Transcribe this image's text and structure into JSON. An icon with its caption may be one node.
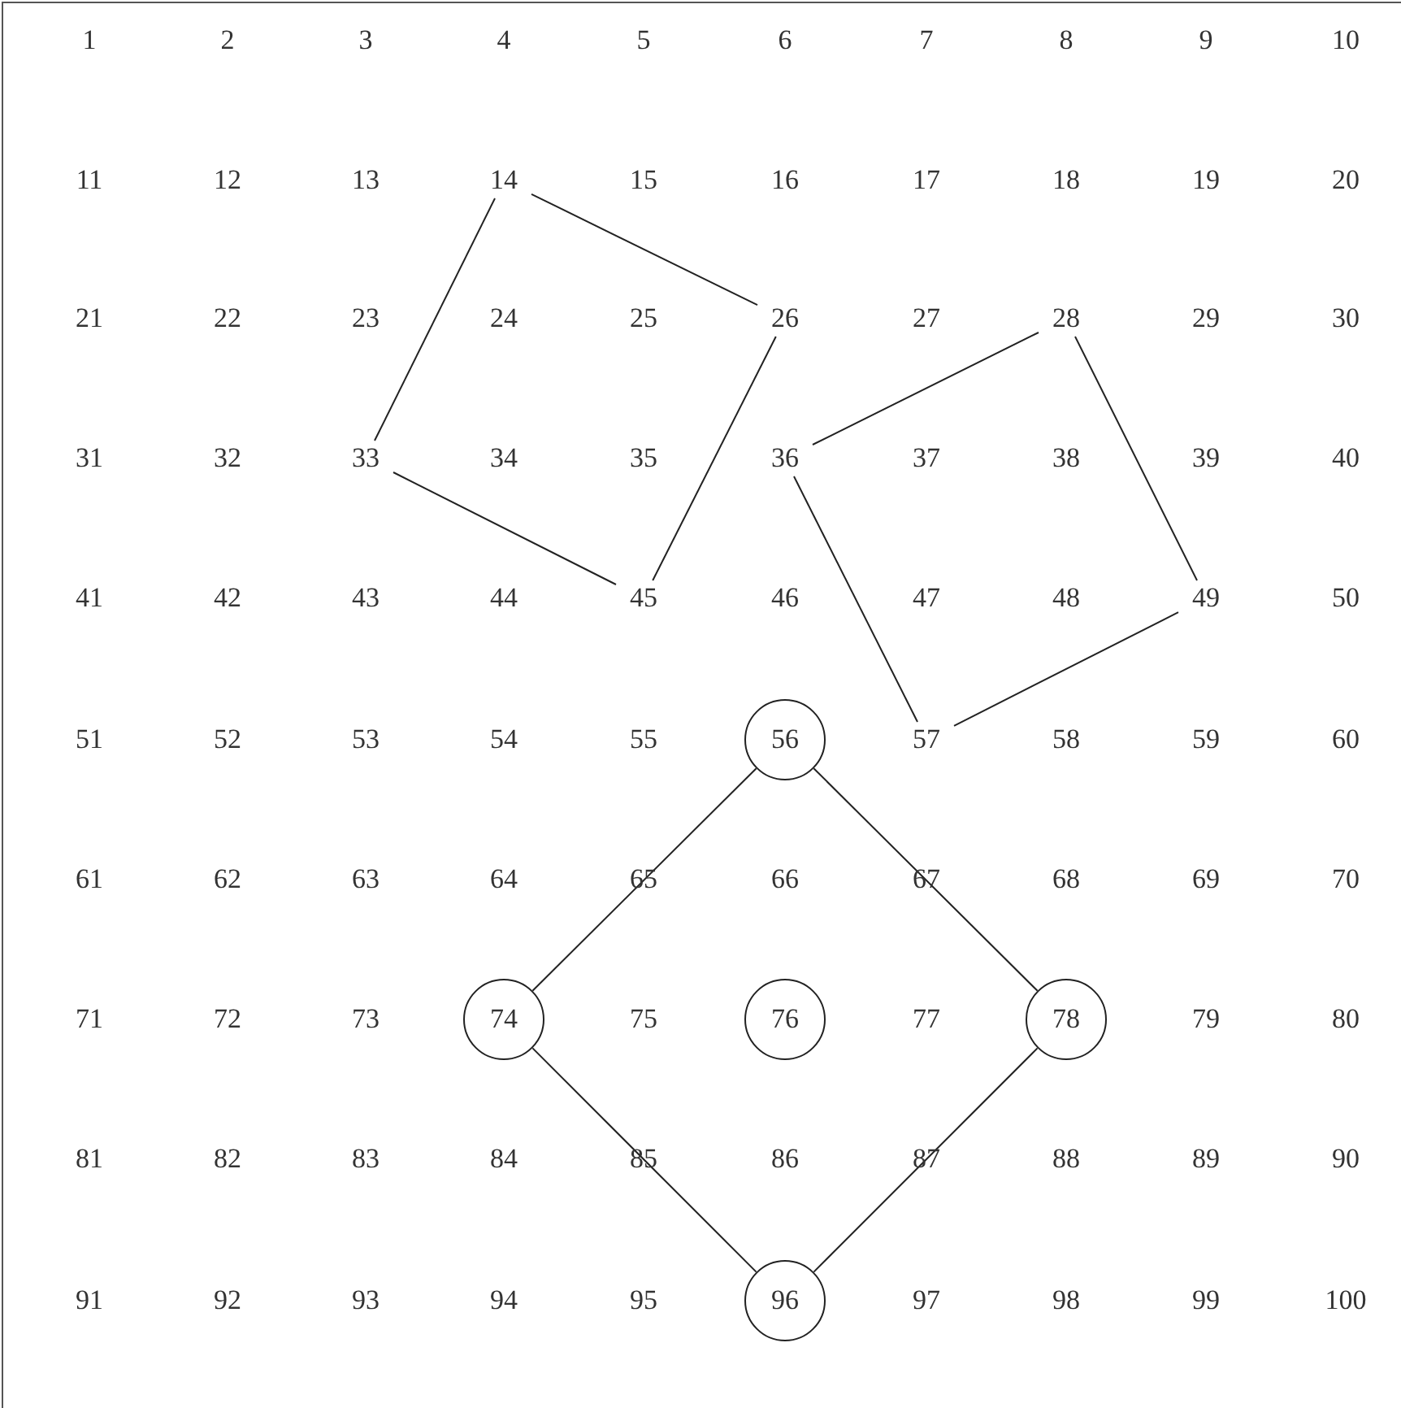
{
  "diagram": {
    "nodes": [
      {
        "text": [
          "1"
        ]
      },
      {
        "text": [
          "2"
        ]
      },
      {
        "text": [
          "3"
        ]
      },
      {
        "text": [
          "4"
        ]
      },
      {
        "text": [
          "5"
        ]
      },
      {
        "text": [
          "6"
        ]
      },
      {
        "text": [
          "7"
        ]
      },
      {
        "text": [
          "8"
        ]
      },
      {
        "text": [
          "9"
        ]
      },
      {
        "text": [
          "10"
        ]
      },
      {
        "text": [
          "11"
        ]
      },
      {
        "text": [
          "12"
        ]
      },
      {
        "text": [
          "13"
        ]
      },
      {
        "text": [
          "14"
        ]
      },
      {
        "text": [
          "15"
        ]
      },
      {
        "text": [
          "16"
        ]
      },
      {
        "text": [
          "17"
        ]
      },
      {
        "text": [
          "18"
        ]
      },
      {
        "text": [
          "19"
        ]
      },
      {
        "text": [
          "20"
        ]
      },
      {
        "text": [
          "21"
        ]
      },
      {
        "text": [
          "22"
        ]
      },
      {
        "text": [
          "23"
        ]
      },
      {
        "text": [
          "24"
        ]
      },
      {
        "text": [
          "25"
        ]
      },
      {
        "text": [
          "26"
        ]
      },
      {
        "text": [
          "27"
        ]
      },
      {
        "text": [
          "28"
        ]
      },
      {
        "text": [
          "29"
        ]
      },
      {
        "text": [
          "30"
        ]
      },
      {
        "text": [
          "31"
        ]
      },
      {
        "text": [
          "32"
        ]
      },
      {
        "text": [
          "33"
        ]
      },
      {
        "text": [
          "34"
        ]
      },
      {
        "text": [
          "35"
        ]
      },
      {
        "text": [
          "36"
        ]
      },
      {
        "text": [
          "37"
        ]
      },
      {
        "text": [
          "38"
        ]
      },
      {
        "text": [
          "39"
        ]
      },
      {
        "text": [
          "40"
        ]
      },
      {
        "text": [
          "41"
        ]
      },
      {
        "text": [
          "42"
        ]
      },
      {
        "text": [
          "43"
        ]
      },
      {
        "text": [
          "44"
        ]
      },
      {
        "text": [
          "45"
        ]
      },
      {
        "text": [
          "46"
        ]
      },
      {
        "text": [
          "47"
        ]
      },
      {
        "text": [
          "48"
        ]
      },
      {
        "text": [
          "49"
        ]
      },
      {
        "text": [
          "50"
        ]
      },
      {
        "text": [
          "51"
        ]
      },
      {
        "text": [
          "52"
        ]
      },
      {
        "text": [
          "53"
        ]
      },
      {
        "text": [
          "54"
        ]
      },
      {
        "text": [
          "55"
        ]
      },
      {
        "text": [
          "56"
        ]
      },
      {
        "text": [
          "57"
        ]
      },
      {
        "text": [
          "58"
        ]
      },
      {
        "text": [
          "59"
        ]
      },
      {
        "text": [
          "60"
        ]
      },
      {
        "text": [
          "61"
        ]
      },
      {
        "text": [
          "62"
        ]
      },
      {
        "text": [
          "63"
        ]
      },
      {
        "text": [
          "64"
        ]
      },
      {
        "text": [
          "65"
        ]
      },
      {
        "text": [
          "66"
        ]
      },
      {
        "text": [
          "67"
        ]
      },
      {
        "text": [
          "68"
        ]
      },
      {
        "text": [
          "69"
        ]
      },
      {
        "text": [
          "70"
        ]
      },
      {
        "text": [
          "71"
        ]
      },
      {
        "text": [
          "72"
        ]
      },
      {
        "text": [
          "73"
        ]
      },
      {
        "text": [
          "74"
        ]
      },
      {
        "text": [
          "75"
        ]
      },
      {
        "text": [
          "76"
        ]
      },
      {
        "text": [
          "77"
        ]
      },
      {
        "text": [
          "78"
        ]
      },
      {
        "text": [
          "79"
        ]
      },
      {
        "text": [
          "80"
        ]
      },
      {
        "text": [
          "81"
        ]
      },
      {
        "text": [
          "82"
        ]
      },
      {
        "text": [
          "83"
        ]
      },
      {
        "text": [
          "84"
        ]
      },
      {
        "text": [
          "85"
        ]
      },
      {
        "text": [
          "86"
        ]
      },
      {
        "text": [
          "87"
        ]
      },
      {
        "text": [
          "88"
        ]
      },
      {
        "text": [
          "89"
        ]
      },
      {
        "text": [
          "90"
        ]
      },
      {
        "text": [
          "91"
        ]
      },
      {
        "text": [
          "92"
        ]
      },
      {
        "text": [
          "93"
        ]
      },
      {
        "text": [
          "94"
        ]
      },
      {
        "text": [
          "95"
        ]
      },
      {
        "text": [
          "96"
        ]
      },
      {
        "text": [
          "97"
        ]
      },
      {
        "text": [
          "98"
        ]
      },
      {
        "text": [
          "99"
        ]
      },
      {
        "text": [
          "100"
        ]
      }
    ],
    "edges": [
      {
        "from": 13,
        "to": 25,
        "arrow": "none"
      },
      {
        "from": 25,
        "to": 44,
        "arrow": "none"
      },
      {
        "from": 44,
        "to": 32,
        "arrow": "none"
      },
      {
        "from": 32,
        "to": 13,
        "arrow": "none"
      },
      {
        "from": 27,
        "to": 48,
        "arrow": "none"
      },
      {
        "from": 48,
        "to": 56,
        "arrow": "none"
      },
      {
        "from": 56,
        "to": 35,
        "arrow": "none"
      },
      {
        "from": 35,
        "to": 27,
        "arrow": "none"
      },
      {
        "from": 55,
        "to": 77,
        "arrow": "none"
      },
      {
        "from": 77,
        "to": 95,
        "arrow": "none"
      },
      {
        "from": 95,
        "to": 73,
        "arrow": "none"
      },
      {
        "from": 73,
        "to": 55,
        "arrow": "none"
      }
    ]
  }
}
